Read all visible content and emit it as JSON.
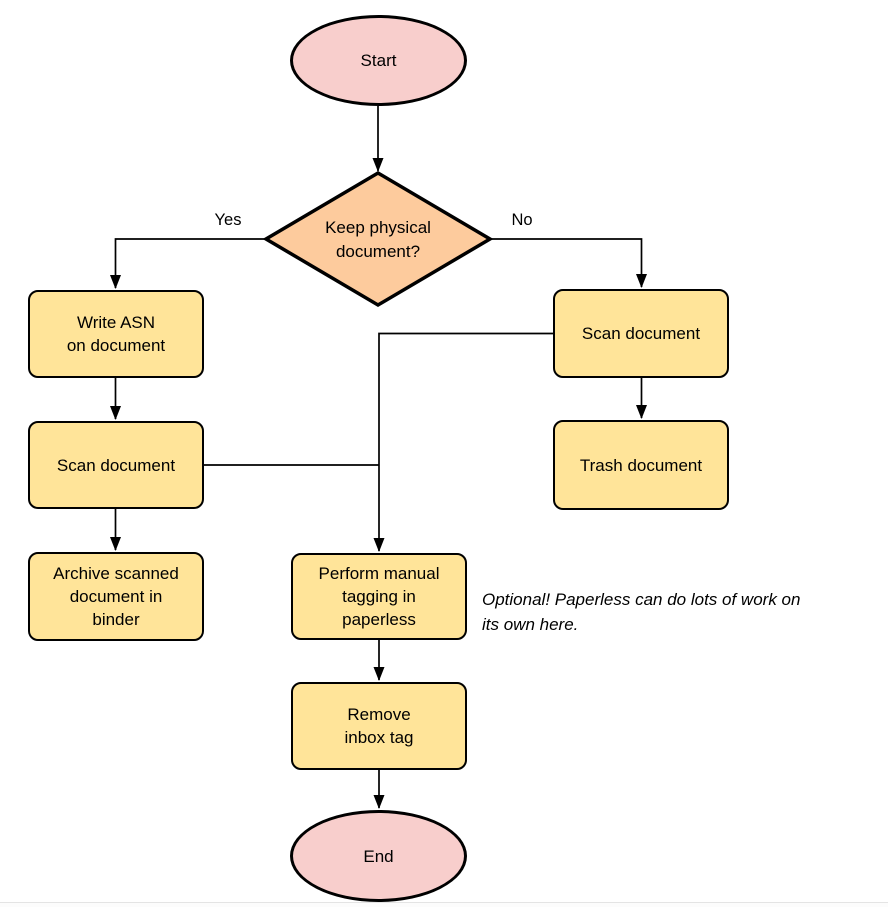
{
  "page": {
    "background": "#ffffff"
  },
  "diagram": {
    "type": "flowchart",
    "colors": {
      "terminal_fill": "#F8CECC",
      "decision_fill": "#FDCB9D",
      "process_fill": "#FFE499",
      "node_stroke": "#000000",
      "connector_stroke": "#000000",
      "text": "#000000"
    },
    "nodes": {
      "start": {
        "shape": "ellipse",
        "lines": [
          "Start"
        ]
      },
      "decision": {
        "shape": "diamond",
        "lines": [
          "Keep physical",
          "document?"
        ]
      },
      "write_asn": {
        "shape": "rect",
        "lines": [
          "Write ASN",
          "on document"
        ]
      },
      "scan_left": {
        "shape": "rect",
        "lines": [
          "Scan document"
        ]
      },
      "archive": {
        "shape": "rect",
        "lines": [
          "Archive scanned",
          "document in",
          "binder"
        ]
      },
      "scan_right": {
        "shape": "rect",
        "lines": [
          "Scan document"
        ]
      },
      "trash": {
        "shape": "rect",
        "lines": [
          "Trash document"
        ]
      },
      "tagging": {
        "shape": "rect",
        "lines": [
          "Perform manual",
          "tagging in",
          "paperless"
        ]
      },
      "remove_inbox": {
        "shape": "rect",
        "lines": [
          "Remove",
          "inbox tag"
        ]
      },
      "end": {
        "shape": "ellipse",
        "lines": [
          "End"
        ]
      }
    },
    "edges": [
      {
        "from": "start",
        "to": "decision",
        "label": ""
      },
      {
        "from": "decision",
        "to": "write_asn",
        "label": "Yes"
      },
      {
        "from": "decision",
        "to": "scan_right",
        "label": "No"
      },
      {
        "from": "write_asn",
        "to": "scan_left",
        "label": ""
      },
      {
        "from": "scan_left",
        "to": "archive",
        "label": ""
      },
      {
        "from": "scan_right",
        "to": "trash",
        "label": ""
      },
      {
        "from": "scan_right",
        "to": "tagging",
        "label": ""
      },
      {
        "from": "scan_left",
        "to": "tagging",
        "label": ""
      },
      {
        "from": "tagging",
        "to": "remove_inbox",
        "label": ""
      },
      {
        "from": "remove_inbox",
        "to": "end",
        "label": ""
      }
    ],
    "annotation": {
      "lines": [
        "Optional! Paperless can do lots of work on",
        "its own here."
      ]
    }
  }
}
